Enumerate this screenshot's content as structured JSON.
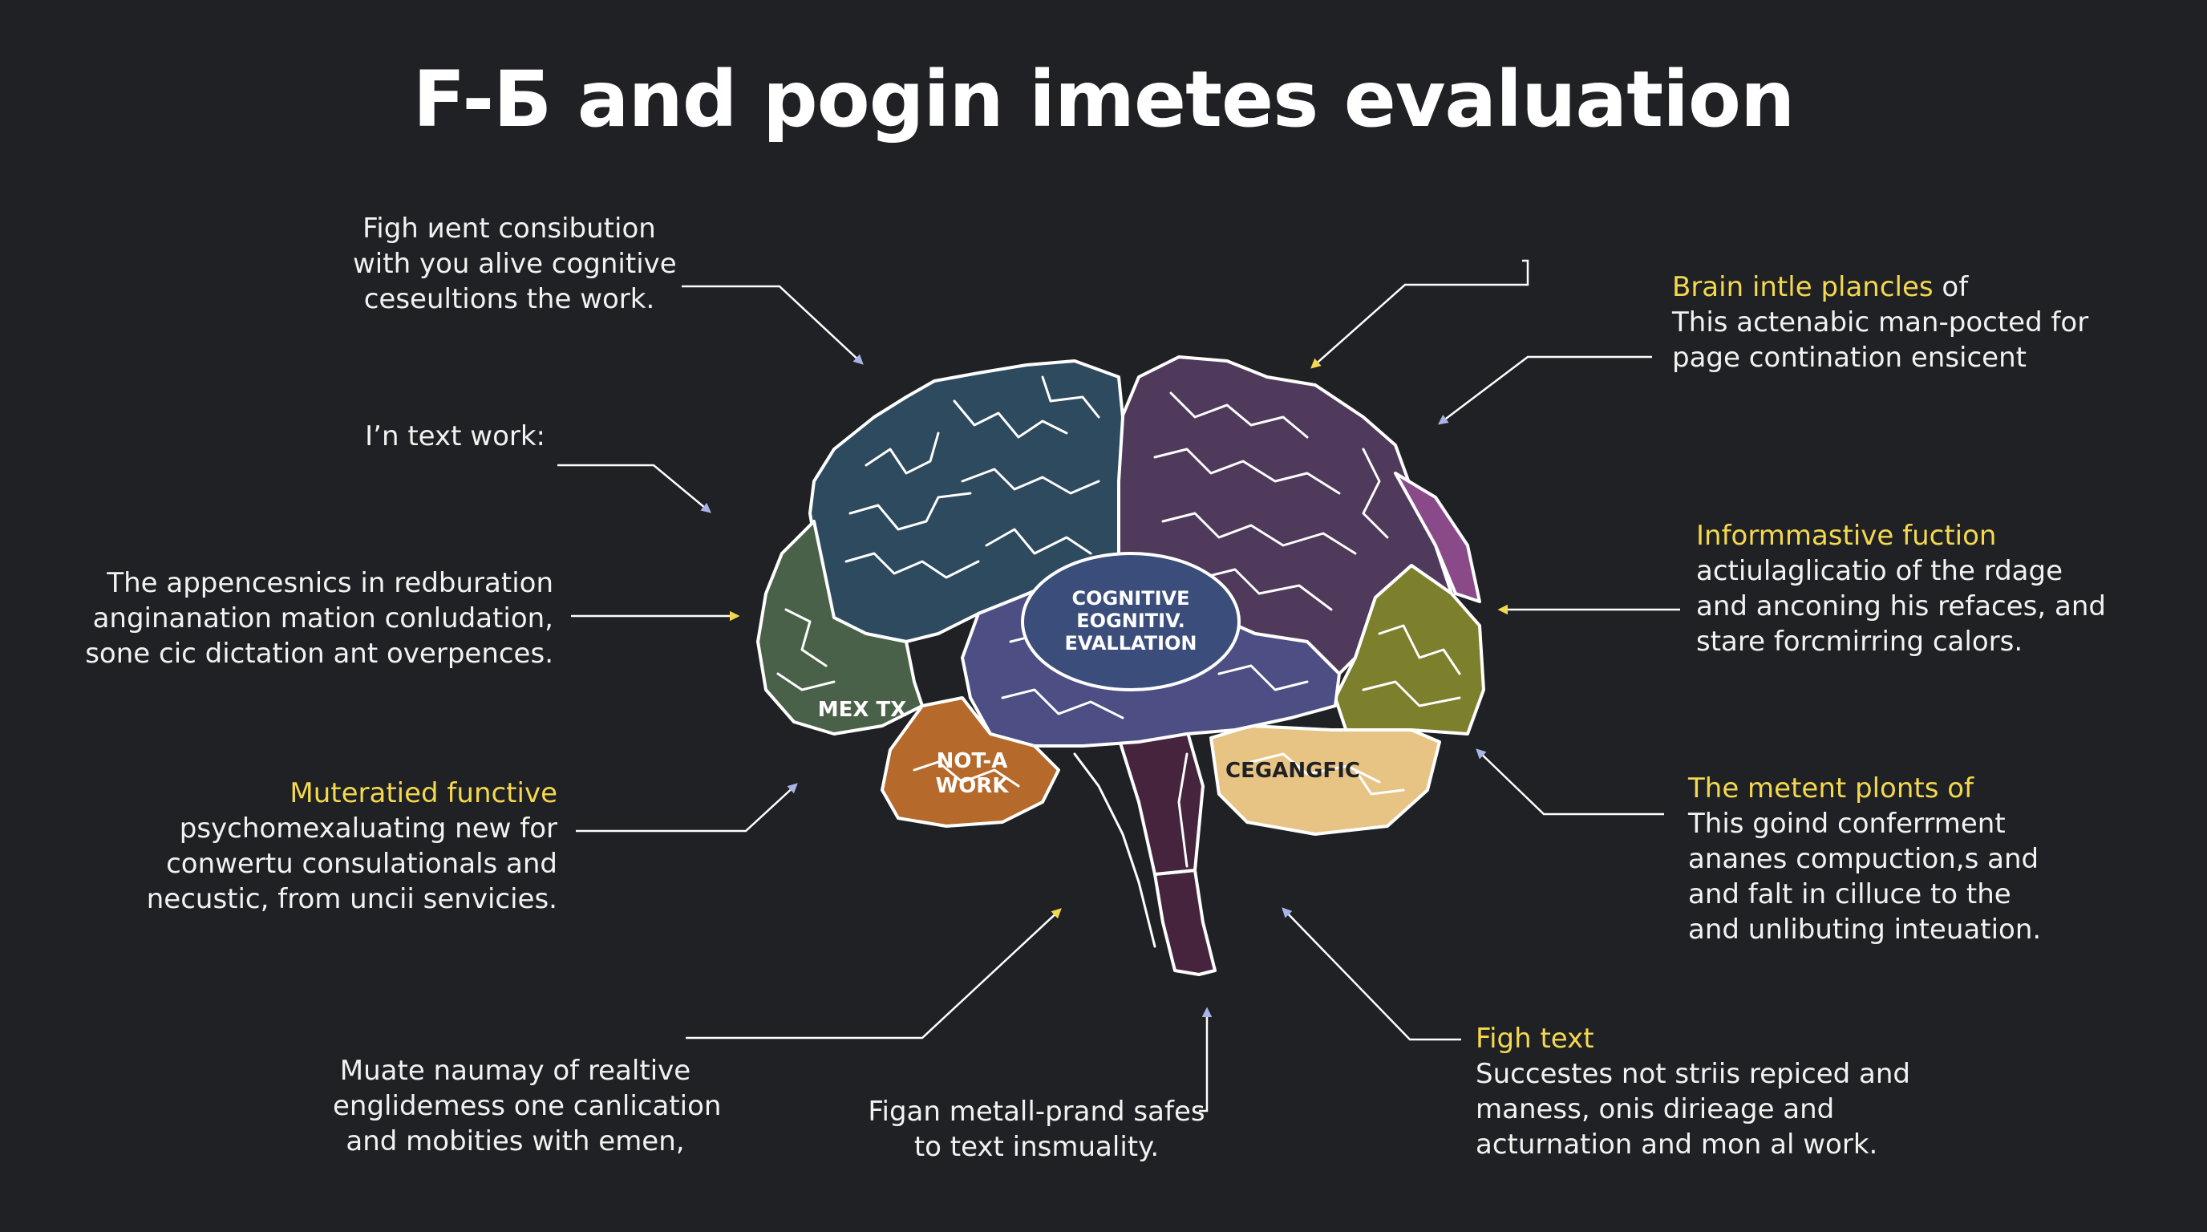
{
  "title": "F-Б and pogin imetes evaluation",
  "colors": {
    "background": "#1f2124",
    "accent_text": "#f4d84e",
    "connector": "#ffffff",
    "arrow_blue": "#a8b4e6",
    "arrow_yellow": "#f4d84e",
    "frontal_blue": "#2e4a5e",
    "parietal_purple": "#4f3a5c",
    "magenta": "#8a4a8a",
    "green": "#4a6149",
    "olive": "#7c7f2c",
    "orange": "#b5692a",
    "tan": "#e8c484",
    "indigo": "#4d4e84",
    "center_oval": "#3b4d7a",
    "stem": "#46243e"
  },
  "brain": {
    "center_label": [
      "COGNITIVE",
      "EOGNITIV.",
      "EVALLATION"
    ],
    "region_mex": "MEX TX",
    "region_not": [
      "NOT-A",
      "WORK"
    ],
    "region_cegangfic": "CEGANGFIC"
  },
  "annotations": {
    "top_left": {
      "lines": [
        "Figh иent consibution",
        "with you alive cognitive",
        "ceseultions the work."
      ]
    },
    "mid_left_short": {
      "lines": [
        "I’n text work:"
      ]
    },
    "left": {
      "lines": [
        "The appencesnics in redburation",
        "anginanation mation conludation,",
        "sone cic dictation ant overpences."
      ]
    },
    "lower_left": {
      "heading": "Muteratied functive",
      "lines": [
        "psychomexaluating new for",
        "conwertu consulationals and",
        "necustic, from uncii senvicies."
      ]
    },
    "bottom_left": {
      "lines": [
        "Muate naumay of realtive",
        "englidemess one canlication",
        "and mobities with emen,"
      ]
    },
    "bottom_center": {
      "lines": [
        "Figan metall-prand safes",
        "to text insmuality."
      ]
    },
    "top_right": {
      "heading": "Brain intle plancles",
      "heading_tail": " of",
      "lines": [
        "This actenabic man-pocted for",
        "page contination ensicent"
      ]
    },
    "mid_right": {
      "heading": "Informmastive fuction",
      "lines": [
        "actiulaglicatio of the rdage",
        "and anconing his refaces, and",
        "stare forcmirring calors."
      ]
    },
    "lower_right": {
      "heading": "The metent plonts of",
      "lines": [
        "This goind conferrment",
        "ananes compuction,s and",
        "and falt in cilluce to the",
        "and unlibuting inteuation."
      ]
    },
    "bottom_right": {
      "heading": "Figh text",
      "lines": [
        "Succestes not striis repiced and",
        "maness, onis dirieage and",
        "acturnation and mon al work."
      ]
    }
  }
}
